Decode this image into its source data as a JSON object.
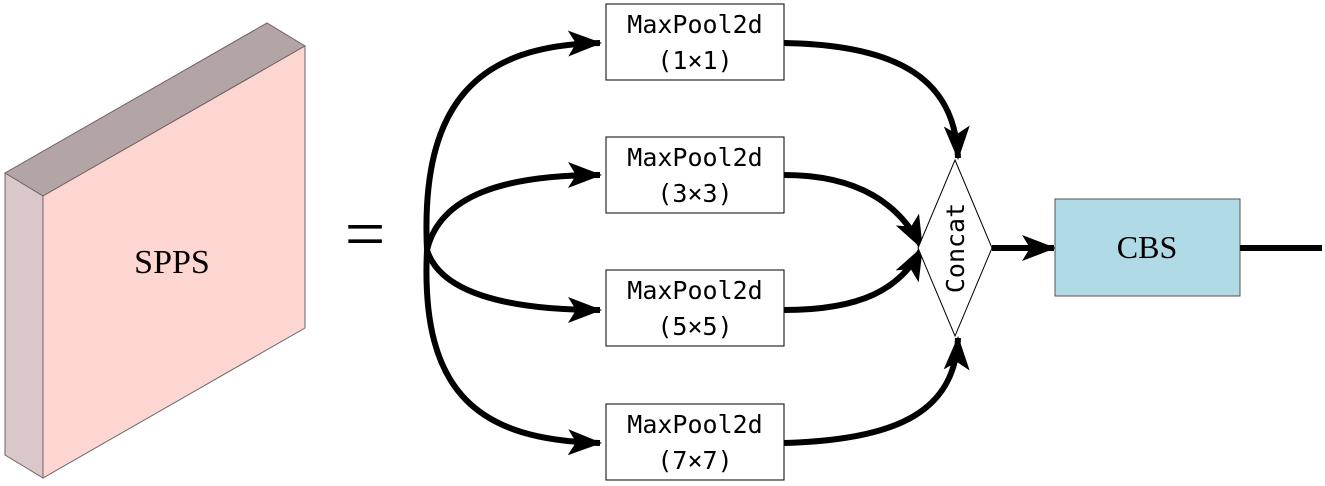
{
  "block": {
    "label": "SPPS"
  },
  "equals": "=",
  "pools": [
    {
      "title": "MaxPool2d",
      "kernel": "(1×1)"
    },
    {
      "title": "MaxPool2d",
      "kernel": "(3×3)"
    },
    {
      "title": "MaxPool2d",
      "kernel": "(5×5)"
    },
    {
      "title": "MaxPool2d",
      "kernel": "(7×7)"
    }
  ],
  "concat": {
    "label": "Concat"
  },
  "cbs": {
    "label": "CBS"
  },
  "colors": {
    "block_front": "#fdd5d1",
    "block_top": "#b3a5a5",
    "block_side": "#d9c7c9",
    "cbs_fill": "#b0dae6",
    "stroke": "#000000"
  }
}
